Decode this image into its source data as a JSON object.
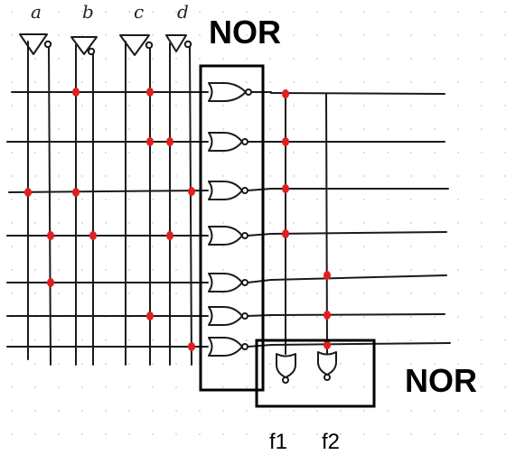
{
  "inputs": [
    {
      "label": "a"
    },
    {
      "label": "b"
    },
    {
      "label": "c"
    },
    {
      "label": "d"
    }
  ],
  "blocks": {
    "plane1_label": "NOR",
    "plane2_label": "NOR"
  },
  "outputs": [
    {
      "label": "f1"
    },
    {
      "label": "f2"
    }
  ],
  "colors": {
    "connection_dot": "#e0201c",
    "wire": "#1a1a1a"
  }
}
